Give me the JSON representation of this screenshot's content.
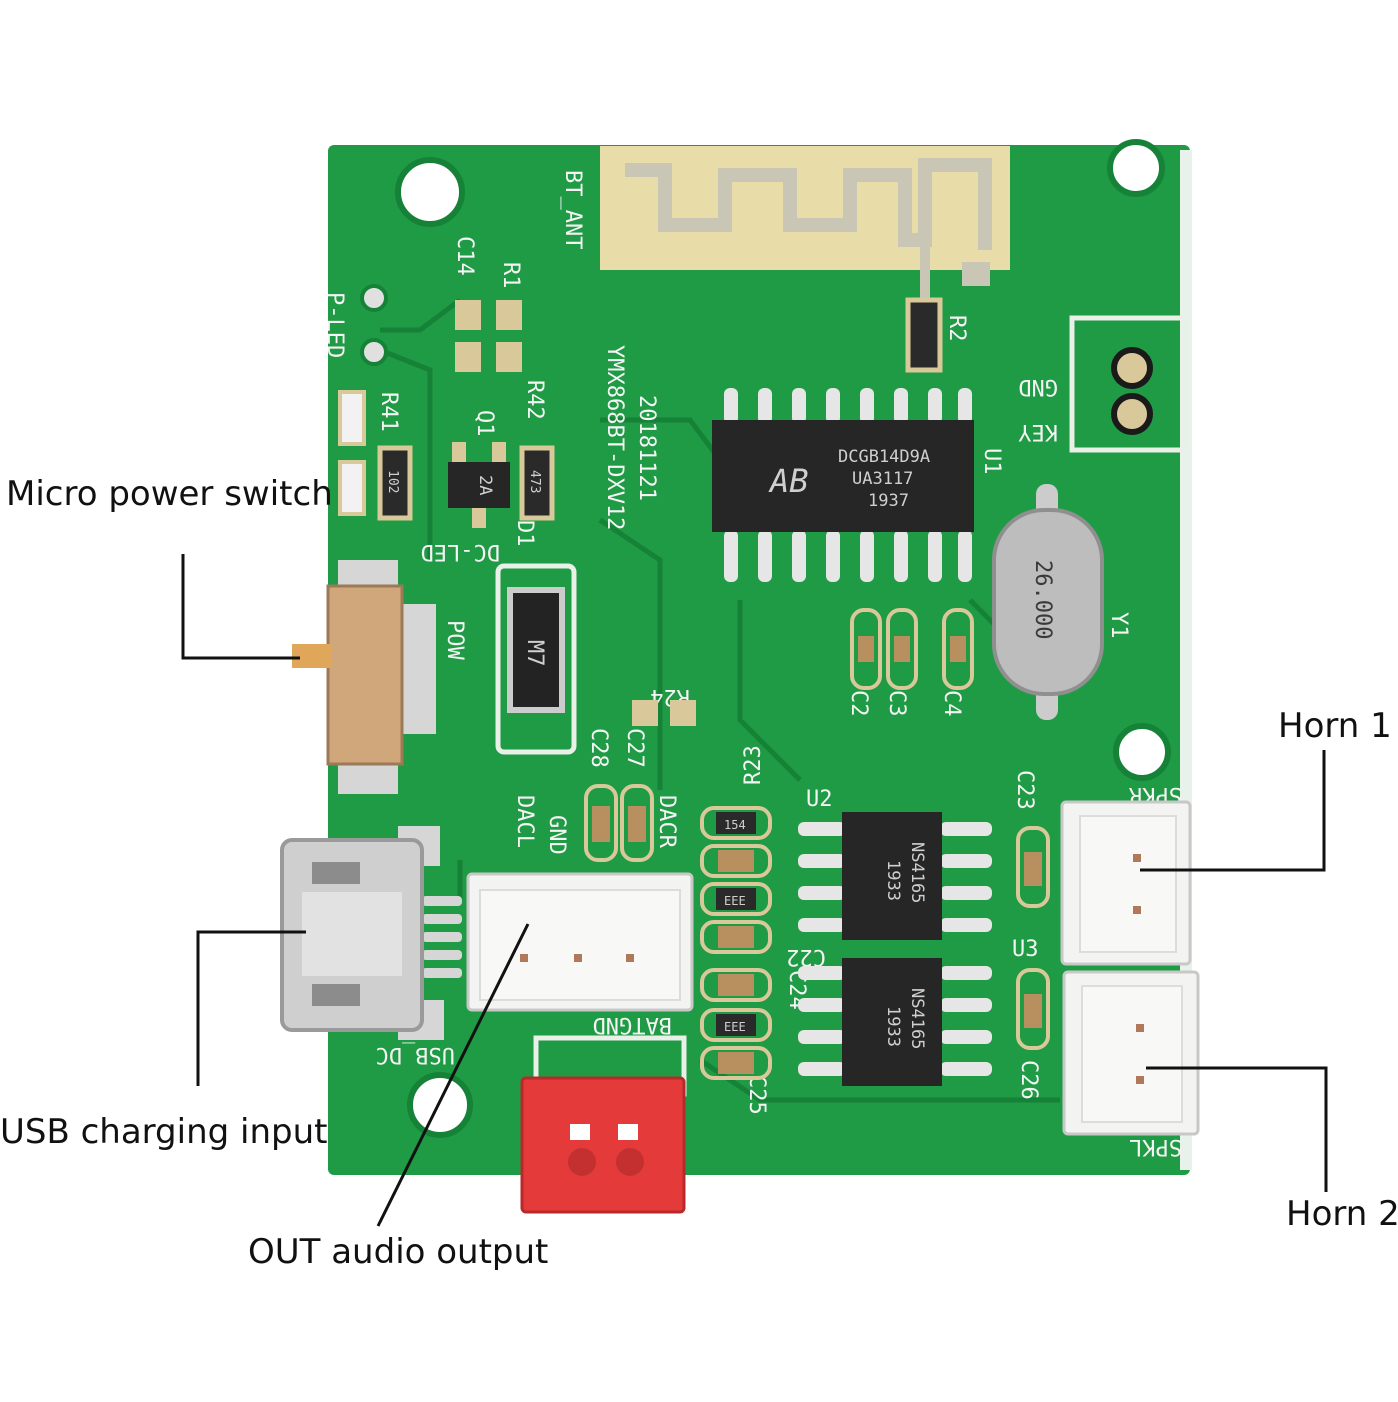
{
  "callouts": {
    "micro_power_switch": "Micro power switch",
    "usb_charging_input": "USB charging input",
    "out_audio_output": "OUT audio output",
    "horn_1": "Horn 1",
    "horn_2": "Horn 2"
  },
  "silkscreen": {
    "bt_ant": "BT_ANT",
    "c14": "C14",
    "r1": "R1",
    "p_led": "P-LED",
    "r41": "R41",
    "q1": "Q1",
    "r42": "R42",
    "dc_led": "DC-LED",
    "d1": "D1",
    "date_code": "20181121",
    "board_model": "YMX868BT-DXV12",
    "r2": "R2",
    "gnd_key": "GND",
    "key": "KEY",
    "u1": "U1",
    "y1": "Y1",
    "c2": "C2",
    "c3": "C3",
    "c4": "C4",
    "pow": "POW",
    "r24": "R24",
    "c27": "C27",
    "c28": "C28",
    "r23": "R23",
    "dacl": "DACL",
    "gnd": "GND",
    "dacr": "DACR",
    "u2": "U2",
    "u3": "U3",
    "c22": "C22",
    "c23": "C23",
    "c24": "C24",
    "c26": "C26",
    "c25": "C25",
    "spkr": "SPKR",
    "spkl": "SPKL",
    "batgnd": "BATGND",
    "usb_dc": "USB_DC"
  },
  "chip_markings": {
    "u1_logo": "AB",
    "u1_line1": "DCGB14D9A",
    "u1_line2": "UA3117",
    "u1_line3": "1937",
    "u2_line1": "NS4165",
    "u2_line2": "1933",
    "u3_line1": "NS4165",
    "u3_line2": "1933",
    "crystal": "26.000",
    "q1_mark": "2A",
    "r41_mark": "102",
    "r42_mark": "473",
    "diode_mark": "M7",
    "res_154": "154",
    "res_eee_1": "EEE",
    "res_eee_2": "EEE"
  },
  "colors": {
    "pcb": "#1f9a45",
    "pcb_dark": "#168238",
    "silk": "#f4f4f4",
    "gold": "#d9c99a",
    "chip": "#262626",
    "connector_white": "#f3f3f1",
    "connector_red": "#e43a3a",
    "leader": "#111111"
  }
}
